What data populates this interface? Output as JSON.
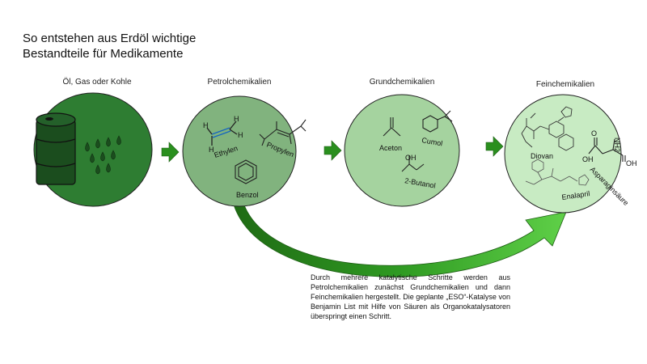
{
  "title": "So entstehen aus Erdöl wichtige\nBestandteile für Medikamente",
  "stages": [
    {
      "label": "Öl, Gas oder Kohle"
    },
    {
      "label": "Petrolchemikalien"
    },
    {
      "label": "Grundchemikalien"
    },
    {
      "label": "Feinchemikalien"
    }
  ],
  "molecules": {
    "ethylen": "Ethylen",
    "propylen": "Propylen",
    "benzol": "Benzol",
    "aceton": "Aceton",
    "cumol": "Cumol",
    "butanol": "2-Butanol",
    "diovan": "Diovan",
    "asparaginsaeure": "Asparaginsäure",
    "enalapril": "Enalapril",
    "atom_h": "H",
    "atom_oh": "OH",
    "atom_o": "O",
    "atom_nh2": "NH2"
  },
  "caption": "Durch mehrere katalytische Schritte werden aus Petrolchemikalien zunächst Grundchemikalien und dann Feinchemikalien hergestellt. Die geplante „ESO“-Katalyse von Benjamin List mit Hilfe von Säuren als Organokatalysatoren überspringt einen Schritt.",
  "colors": {
    "stage1": "#2e7d32",
    "stage2": "#81b37e",
    "stage3": "#a5d39f",
    "stage4": "#c8ebc3",
    "arrow": "#2a8f1e",
    "outline": "#222222"
  }
}
